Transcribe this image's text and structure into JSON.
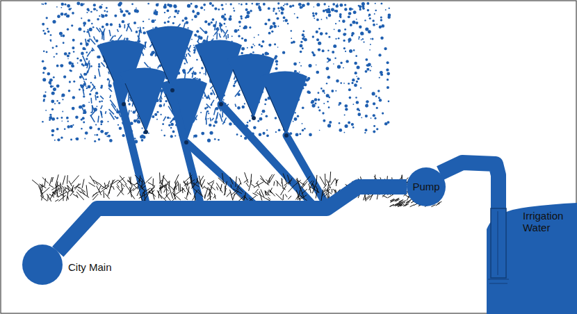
{
  "diagram": {
    "nodes": [
      {
        "text": [
          "City Main"
        ]
      },
      {
        "text": [
          "Pump"
        ]
      },
      {
        "text": [
          "Irrigation Water"
        ]
      }
    ],
    "edges": [
      {
        "from": 0,
        "to": 1,
        "arrow": "none"
      },
      {
        "from": 1,
        "to": 2,
        "arrow": "none"
      }
    ]
  }
}
